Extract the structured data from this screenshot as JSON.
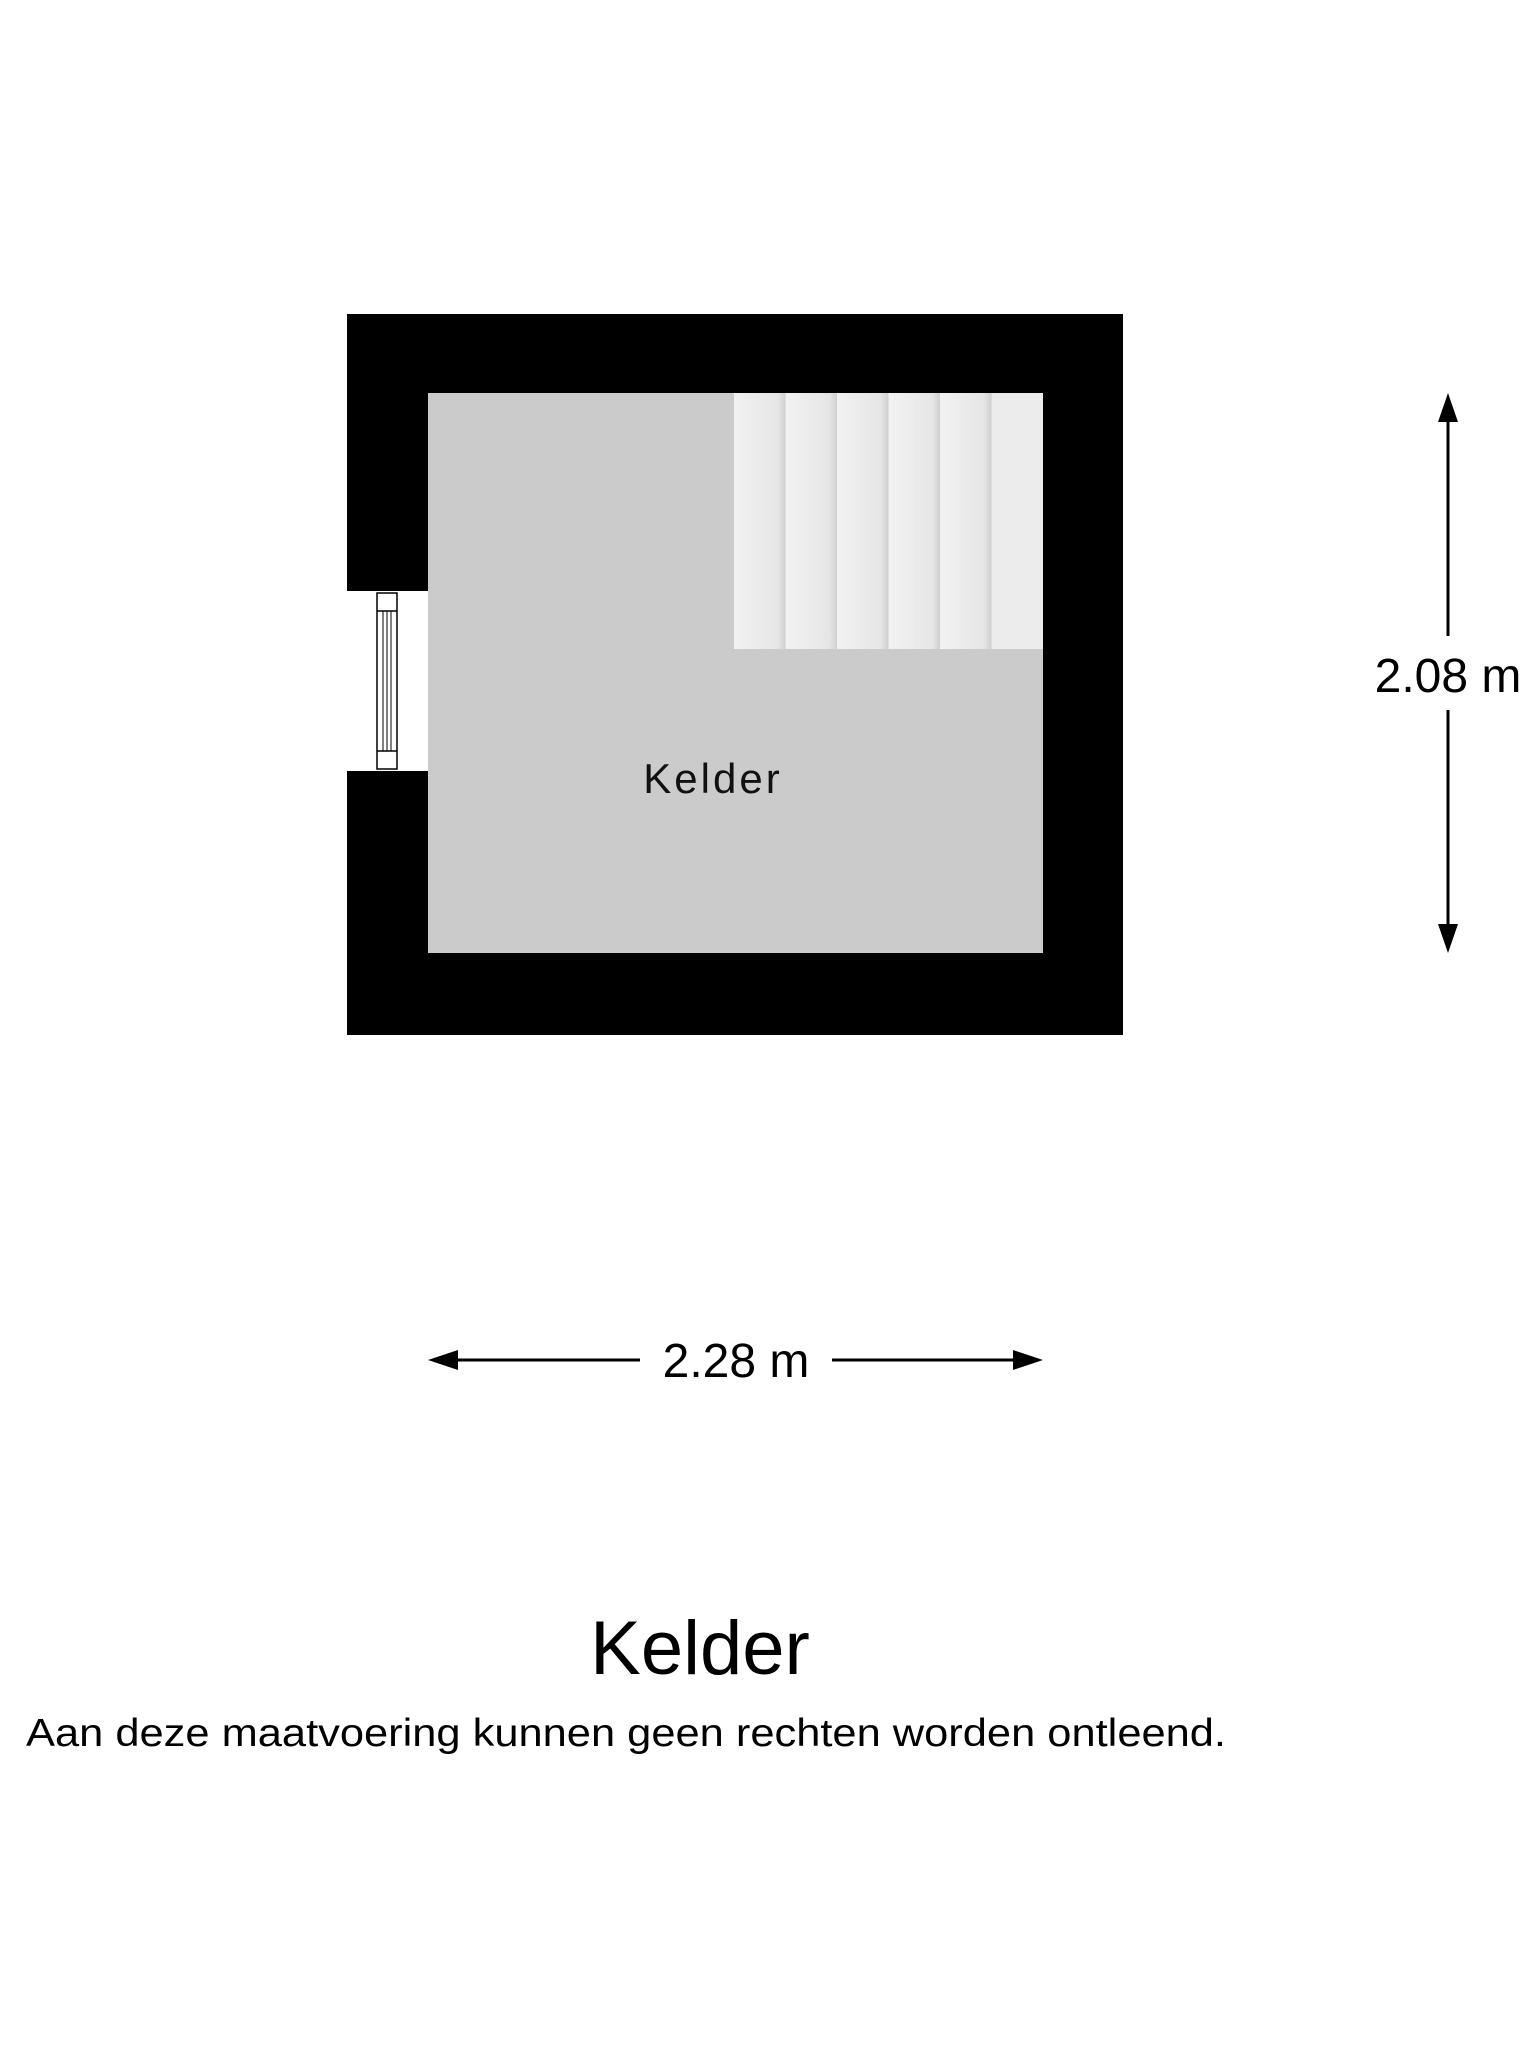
{
  "floorplan": {
    "room_label": "Kelder",
    "stair_steps": 6,
    "dimensions": {
      "width": "2.28 m",
      "height": "2.08 m"
    },
    "colors": {
      "wall": "#000000",
      "floor": "#cbcbcb",
      "stairs": "#ececec"
    }
  },
  "footer": {
    "title": "Kelder",
    "disclaimer": "Aan deze maatvoering kunnen geen rechten worden ontleend."
  }
}
